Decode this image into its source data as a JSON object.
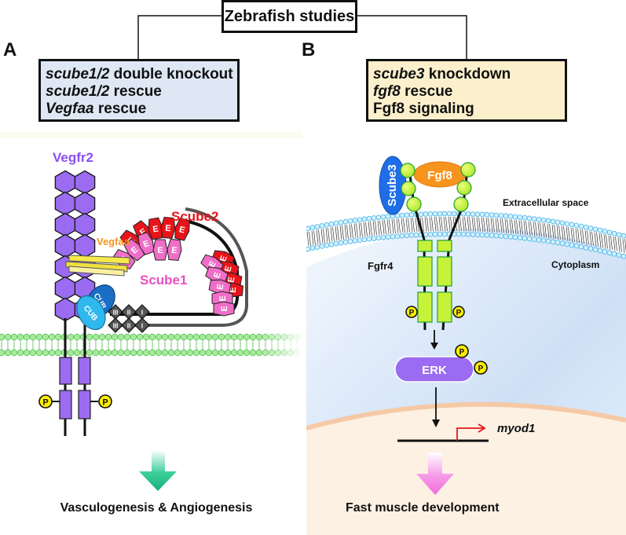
{
  "title": "Zebrafish studies",
  "panels": {
    "a": {
      "letter": "A",
      "box_lines": [
        {
          "italic": "scube1/2",
          "rest": " double knockout"
        },
        {
          "italic": "scube1/2",
          "rest": " rescue"
        },
        {
          "italic": "Vegfaa",
          "rest": " rescue"
        }
      ],
      "labels": {
        "receptor": "Vegfr2",
        "ligand": "Vegfaa",
        "scube2": "Scube2",
        "scube1": "Scube1",
        "cub": "CUB",
        "egf_domain": "E",
        "cys_rich_domains": [
          "III",
          "II",
          "I"
        ],
        "phospho": "P"
      },
      "outcome": "Vasculogenesis & Angiogenesis"
    },
    "b": {
      "letter": "B",
      "box_lines": [
        {
          "italic": "scube3",
          "rest": " knockdown"
        },
        {
          "italic": "fgf8",
          "rest": " rescue"
        },
        {
          "italic": "",
          "rest": "Fgf8 signaling"
        }
      ],
      "labels": {
        "scube3": "Scube3",
        "ligand": "Fgf8",
        "extracellular": "Extracellular space",
        "cytoplasm": "Cytoplasm",
        "receptor": "Fgfr4",
        "kinase": "ERK",
        "gene": "myod1",
        "phospho": "P"
      },
      "outcome": "Fast muscle development"
    }
  },
  "colors": {
    "vegfr2": "#9b6cf2",
    "vegfr2_label": "#8a4ff0",
    "vegfaa": "#f7941d",
    "scube1": "#f06ec8",
    "scube1_label": "#e94fc0",
    "scube2": "#e8141a",
    "cub_dark": "#1a6fc4",
    "cub_light": "#2fb8ee",
    "membrane_a": "#7fd67a",
    "membrane_b": "#8fd6f2",
    "fgfr4": "#c6f23a",
    "fgf8": "#f7941d",
    "scube3": "#1f6ee8",
    "erk": "#9b6cf2",
    "phospho": "#ffee00",
    "promoter_arrow": "#e8141a",
    "arrow_a": "#1db98a",
    "arrow_b": "#f57ae2",
    "box_a_bg": "#dde8f4",
    "box_b_bg": "#fcf0cc",
    "cytoplasm_bg": "#d7e8fa",
    "nucleus_bg": "#fdf1e4"
  }
}
